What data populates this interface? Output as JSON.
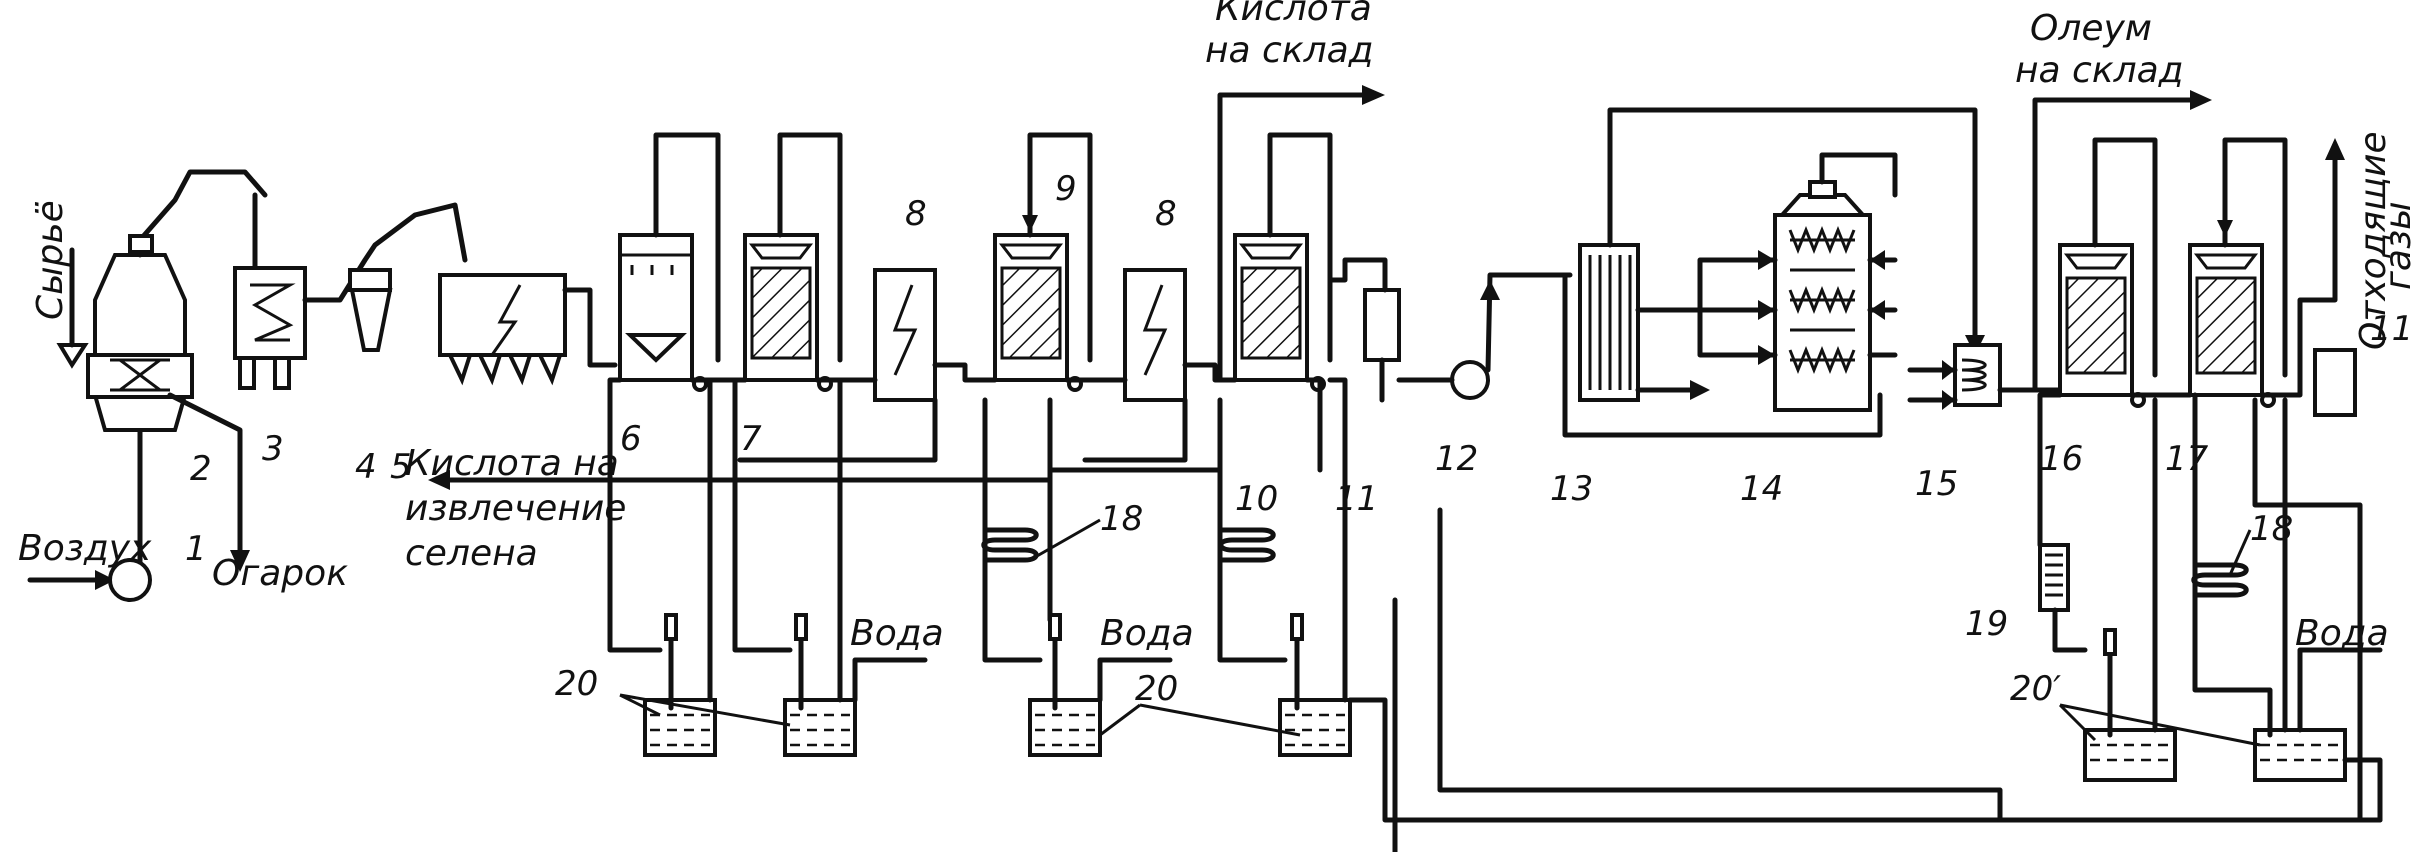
{
  "labels": {
    "syrye": "Сырьё",
    "vozdukh": "Воздух",
    "ogarok": "Огарок",
    "kislota_selen_1": "Кислота на",
    "kislota_selen_2": "извлечение",
    "kislota_selen_3": "селена",
    "kislota_sklad_1": "Кислота",
    "kislota_sklad_2": "на склад",
    "oleum_sklad_1": "Олеум",
    "oleum_sklad_2": "на склад",
    "otkhod_1": "Отходящие",
    "otkhod_2": "газы",
    "voda_1": "Вода",
    "voda_2": "Вода",
    "voda_3": "Вода"
  },
  "numbers": {
    "n1": "1",
    "n2": "2",
    "n3": "3",
    "n4": "4",
    "n5": "5",
    "n6": "6",
    "n7": "7",
    "n8a": "8",
    "n8b": "8",
    "n9": "9",
    "n10": "10",
    "n11a": "11",
    "n11b": "11",
    "n12": "12",
    "n13": "13",
    "n14": "14",
    "n15": "15",
    "n16": "16",
    "n17": "17",
    "n18a": "18",
    "n18b": "18",
    "n19": "19",
    "n20a": "20",
    "n20b": "20",
    "n20c": "20′"
  }
}
